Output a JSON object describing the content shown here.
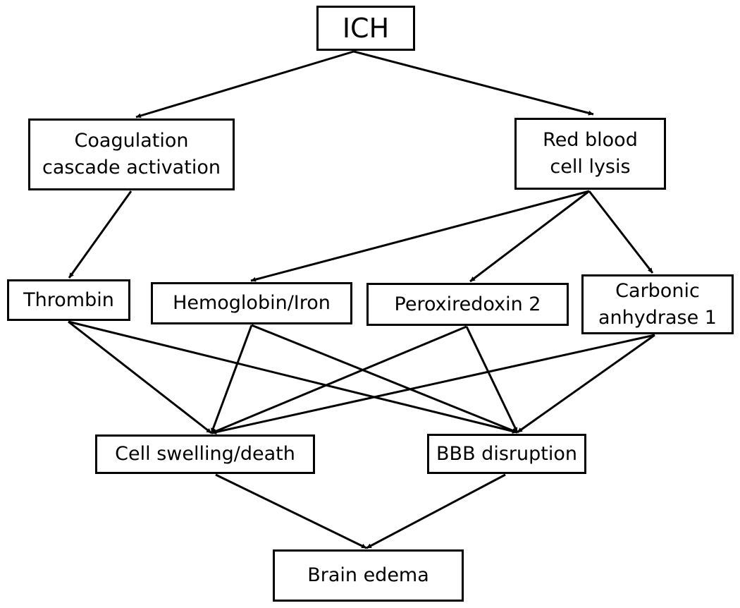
{
  "nodes": {
    "ich": "ICH",
    "coag": "Coagulation\ncascade activation",
    "rbc": "Red blood\ncell lysis",
    "thrombin": "Thrombin",
    "hemo": "Hemoglobin/Iron",
    "perox": "Peroxiredoxin 2",
    "carb": "Carbonic\nanhydrase 1",
    "cell": "Cell swelling/death",
    "bbb": "BBB disruption",
    "edema": "Brain edema"
  },
  "edges": [
    {
      "from": "ich",
      "to": "coag"
    },
    {
      "from": "ich",
      "to": "rbc"
    },
    {
      "from": "coag",
      "to": "thrombin"
    },
    {
      "from": "rbc",
      "to": "hemo"
    },
    {
      "from": "rbc",
      "to": "perox"
    },
    {
      "from": "rbc",
      "to": "carb"
    },
    {
      "from": "thrombin",
      "to": "cell"
    },
    {
      "from": "thrombin",
      "to": "bbb"
    },
    {
      "from": "hemo",
      "to": "cell"
    },
    {
      "from": "hemo",
      "to": "bbb"
    },
    {
      "from": "perox",
      "to": "cell"
    },
    {
      "from": "perox",
      "to": "bbb"
    },
    {
      "from": "carb",
      "to": "cell"
    },
    {
      "from": "carb",
      "to": "bbb"
    },
    {
      "from": "cell",
      "to": "edema"
    },
    {
      "from": "bbb",
      "to": "edema"
    }
  ]
}
